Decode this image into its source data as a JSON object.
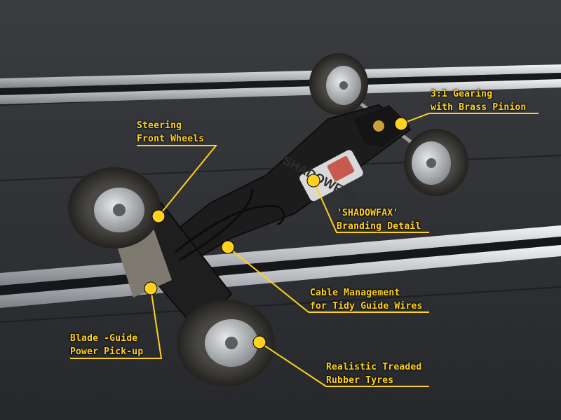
{
  "accent_color": "#ffd21f",
  "track_color": "#2e3034",
  "rail_color": "#c9ccd0",
  "callouts": [
    {
      "id": "gearing",
      "line1": "3:1 Gearing",
      "line2": "with Brass Pinion"
    },
    {
      "id": "steering",
      "line1": "Steering",
      "line2": "Front Wheels"
    },
    {
      "id": "branding",
      "line1": "'SHADOWFAX'",
      "line2": "Branding Detail"
    },
    {
      "id": "cable",
      "line1": "Cable Management",
      "line2": "for Tidy Guide Wires"
    },
    {
      "id": "pickup",
      "line1": "Blade -Guide",
      "line2": "Power Pick-up"
    },
    {
      "id": "tyres",
      "line1": "Realistic Treaded",
      "line2": "Rubber Tyres"
    }
  ],
  "chassis_text": "SHADOWFAX"
}
